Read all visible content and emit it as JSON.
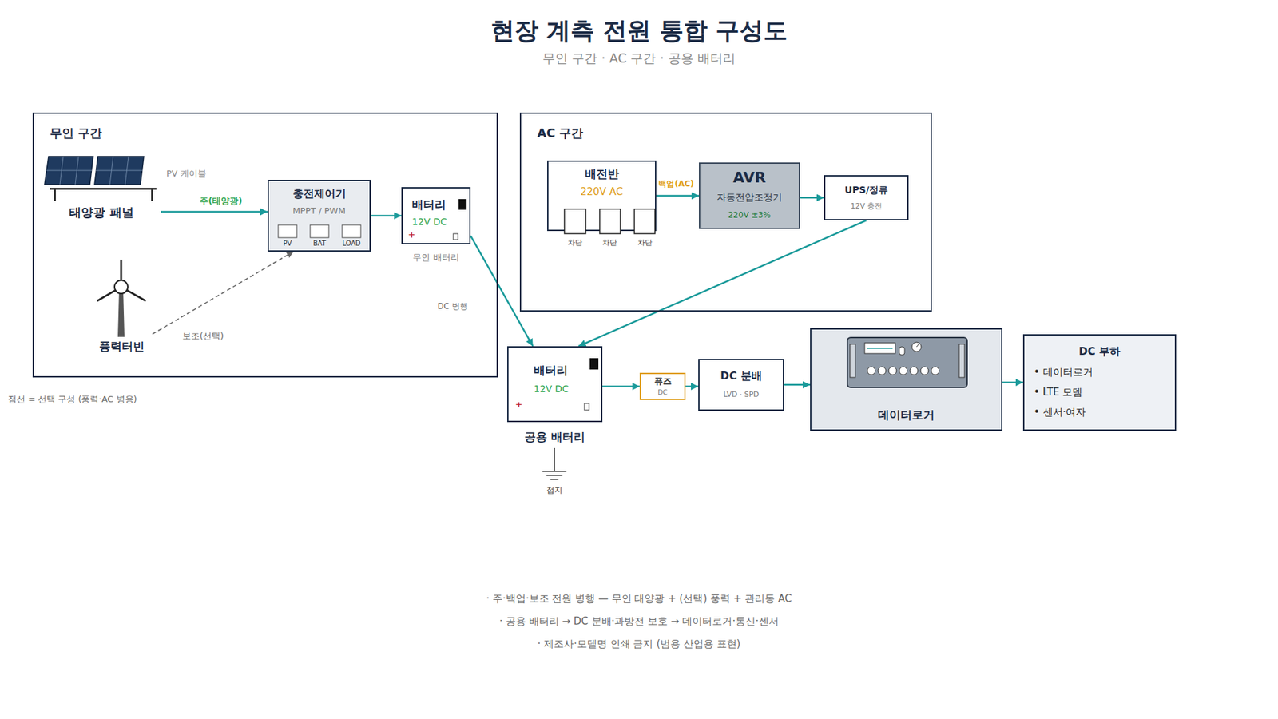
{
  "diagram": {
    "title": "현장 계측 전원 통합 구성도",
    "caption": "무인 구간 · AC 구간 · 공용 배터리",
    "nodes": [
      {
        "text": [
          "무인 구간"
        ]
      },
      {
        "text": [
          "태양광 패널"
        ],
        "in": 0
      },
      {
        "text": [
          "충전제어기",
          "MPPT / PWM",
          "PV",
          "BAT",
          "LOAD"
        ],
        "in": 0
      },
      {
        "text": [
          "배터리",
          "12V DC",
          "+",
          "무인 배터리"
        ],
        "in": 0
      },
      {
        "text": [
          "풍력터빈"
        ],
        "in": 0
      },
      {
        "text": [
          "AC 구간"
        ]
      },
      {
        "text": [
          "배전반",
          "220V AC",
          "차단",
          "차단",
          "차단"
        ],
        "in": 5
      },
      {
        "text": [
          "AVR",
          "자동전압조정기",
          "220V ±3%"
        ],
        "in": 5
      },
      {
        "text": [
          "UPS/정류",
          "12V 충전"
        ],
        "in": 5
      },
      {
        "text": [
          "배터리",
          "12V DC",
          "+",
          "공용 배터리"
        ]
      },
      {
        "text": [
          "퓨즈",
          "DC"
        ]
      },
      {
        "text": [
          "DC 분배",
          "LVD · SPD"
        ]
      },
      {
        "text": [
          "데이터로거"
        ]
      },
      {
        "text": [
          "DC 부하",
          "• 데이터로거",
          "• LTE 모뎀",
          "• 센서·여자"
        ]
      }
    ],
    "edges": [
      {
        "from": 1,
        "to": 2,
        "label": "주(태양광)",
        "arrow": "to"
      },
      {
        "from": 4,
        "to": 2,
        "label": "보조(선택)",
        "arrow": "to"
      },
      {
        "from": 2,
        "to": 3,
        "arrow": "to"
      },
      {
        "from": 3,
        "to": 9,
        "label": "DC 병행",
        "arrow": "to"
      },
      {
        "from": 6,
        "to": 7,
        "label": "백업(AC)",
        "arrow": "to"
      },
      {
        "from": 7,
        "to": 8,
        "arrow": "to"
      },
      {
        "from": 8,
        "to": 9,
        "arrow": "to"
      },
      {
        "from": 9,
        "to": 10,
        "arrow": "to"
      },
      {
        "from": 10,
        "to": 11,
        "arrow": "to"
      },
      {
        "from": 11,
        "to": 12,
        "arrow": "to"
      },
      {
        "from": 12,
        "to": 13,
        "arrow": "to"
      }
    ],
    "labels": [
      "PV 케이블",
      "점선 = 선택 구성 (풍력·AC 병용)",
      "접지",
      "· 주·백업·보조 전원 병행 — 무인 태양광 + (선택) 풍력 + 관리동 AC",
      "· 공용 배터리 → DC 분배·과방전 보호 → 데이터로거·통신·센서",
      "· 제조사·모델명 인쇄 금지 (범용 산업용 표현)"
    ]
  }
}
